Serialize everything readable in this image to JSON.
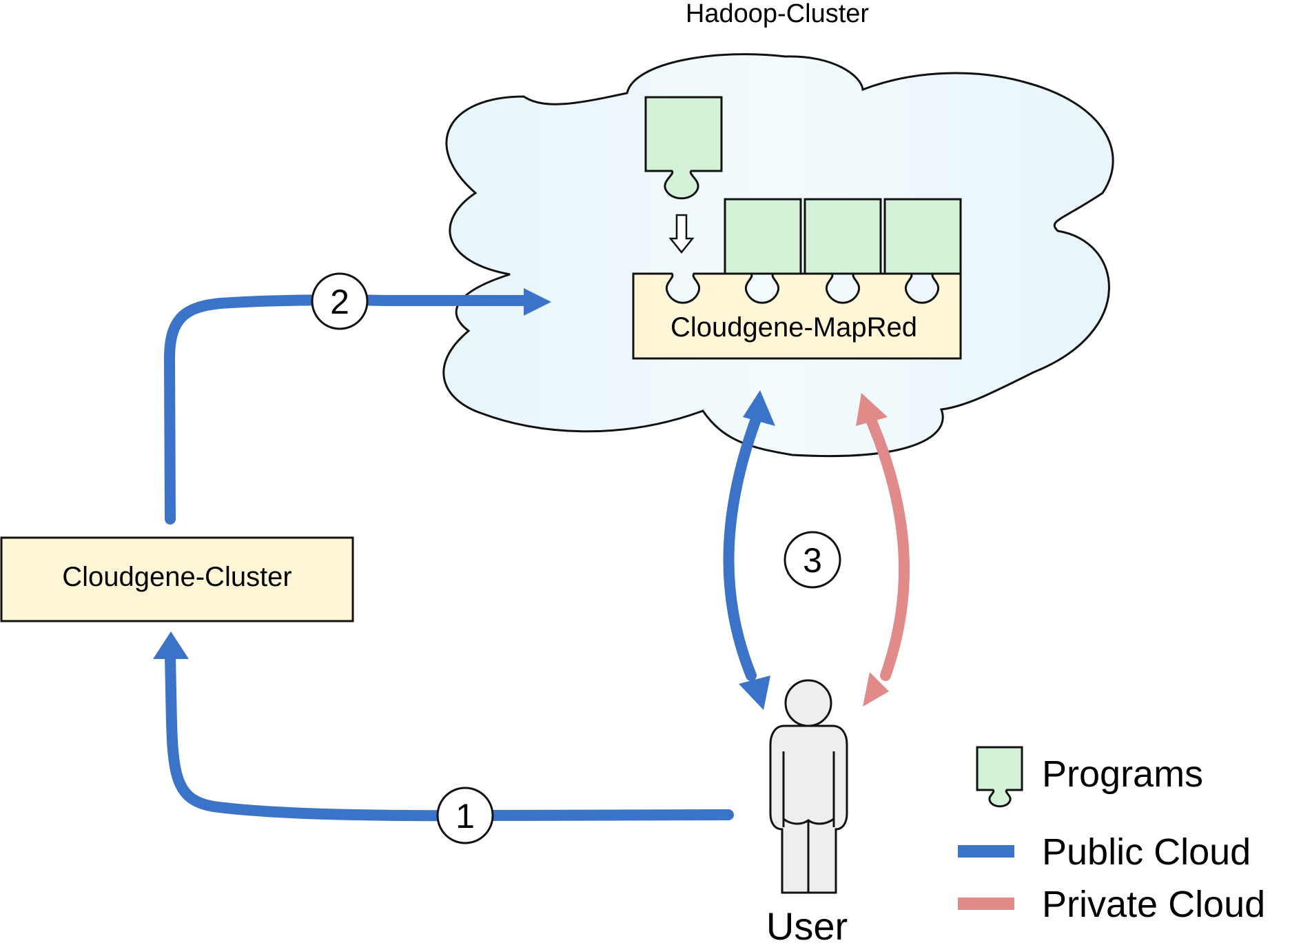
{
  "title": "Hadoop-Cluster",
  "colors": {
    "public_cloud": "#3b73c8",
    "private_cloud": "#e08a8a",
    "program_fill": "#d4f2d8",
    "box_fill": "#fff6d8",
    "cloud_fill": "#eef8fc",
    "person_fill": "#eeeeee"
  },
  "boxes": {
    "mapred": "Cloudgene-MapRed",
    "cluster": "Cloudgene-Cluster"
  },
  "steps": {
    "step1": "1",
    "step2": "2",
    "step3": "3"
  },
  "user": {
    "label": "User"
  },
  "legend": {
    "programs": "Programs",
    "public_cloud": "Public Cloud",
    "private_cloud": "Private Cloud"
  }
}
